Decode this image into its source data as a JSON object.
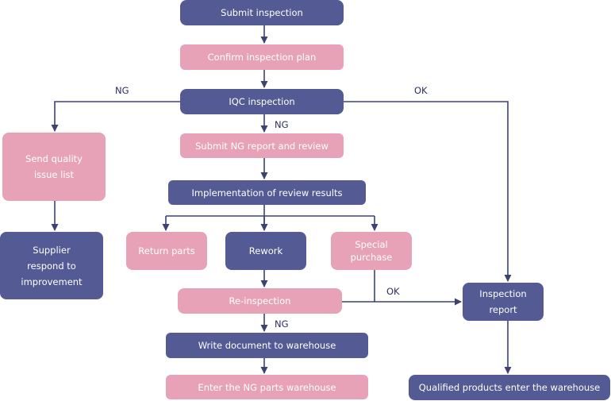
{
  "diagram": {
    "colors": {
      "dark_node": "#535a94",
      "pink_node": "#e8a2b8",
      "line": "#3c4272",
      "text": "#ffffff"
    },
    "nodes": {
      "submit_inspection": "Submit inspection",
      "confirm_plan": "Confirm inspection plan",
      "iqc_inspection": "IQC inspection",
      "submit_ng_report": "Submit NG  report and review",
      "implementation": "Implementation of review results",
      "return_parts": "Return parts",
      "rework": "Rework",
      "special_purchase": "Special\npurchase",
      "re_inspection": "Re-inspection",
      "write_document": "Write document to warehouse",
      "enter_ng_warehouse": "Enter the NG parts warehouse",
      "send_quality_issue": "Send quality\nissue list",
      "supplier_respond": "Supplier\nrespond to\nimprovement",
      "inspection_report": "Inspection\nreport",
      "qualified_products": "Qualified products enter the warehouse"
    },
    "edge_labels": {
      "iqc_ng_left": "NG",
      "iqc_ok_right": "OK",
      "iqc_ng_down": "NG",
      "reinspection_ok": "OK",
      "reinspection_ng": "NG"
    }
  }
}
